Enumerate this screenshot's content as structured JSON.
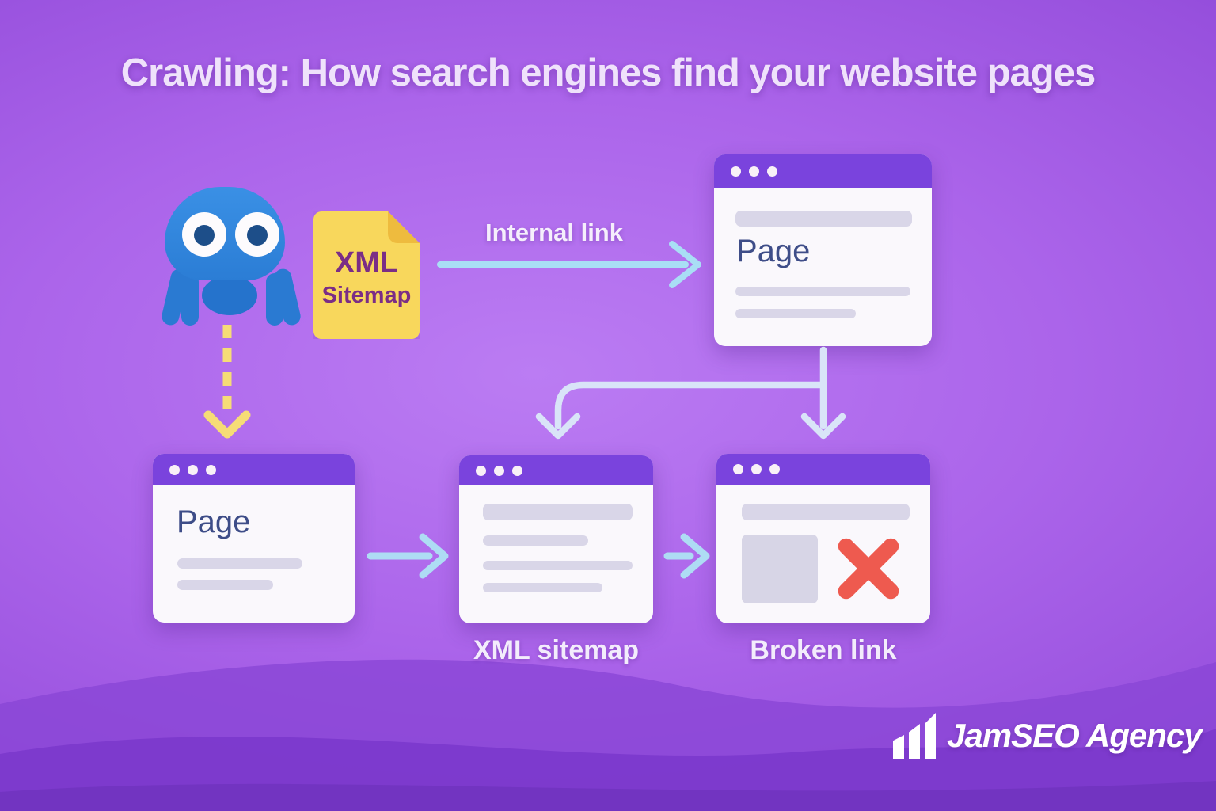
{
  "title": "Crawling: How search engines find your website pages",
  "diagram": {
    "crawler": {
      "icon": "spider-crawler"
    },
    "xml_doc": {
      "line1": "XML",
      "line2": "Sitemap"
    },
    "internal_link_label": "Internal link",
    "windows": {
      "top_page": {
        "title": "Page"
      },
      "bottom_page": {
        "title": "Page"
      },
      "xml_sitemap": {
        "caption": "XML sitemap"
      },
      "broken_link": {
        "caption": "Broken link"
      }
    }
  },
  "branding": {
    "logo_text": "JamSEO Agency",
    "logo_icon": "bar-chart"
  },
  "colors": {
    "background_center": "#bb7cf3",
    "background_edge": "#7033c2",
    "wave_purple_1": "#8a46d6",
    "wave_purple_2": "#7b39cc",
    "window_titlebar": "#7a43dd",
    "window_body": "#faf8fc",
    "skeleton_gray": "#d9d6e8",
    "page_text": "#3e4d88",
    "arrow_blue": "#a9def5",
    "arrow_lavender": "#d9e4f8",
    "dashed_yellow": "#f6dc76",
    "doc_yellow": "#f8d75c",
    "doc_fold": "#eebb3e",
    "doc_text": "#7b2d86",
    "spider_blue": "#2e86dd",
    "error_red": "#ee5a4f"
  }
}
